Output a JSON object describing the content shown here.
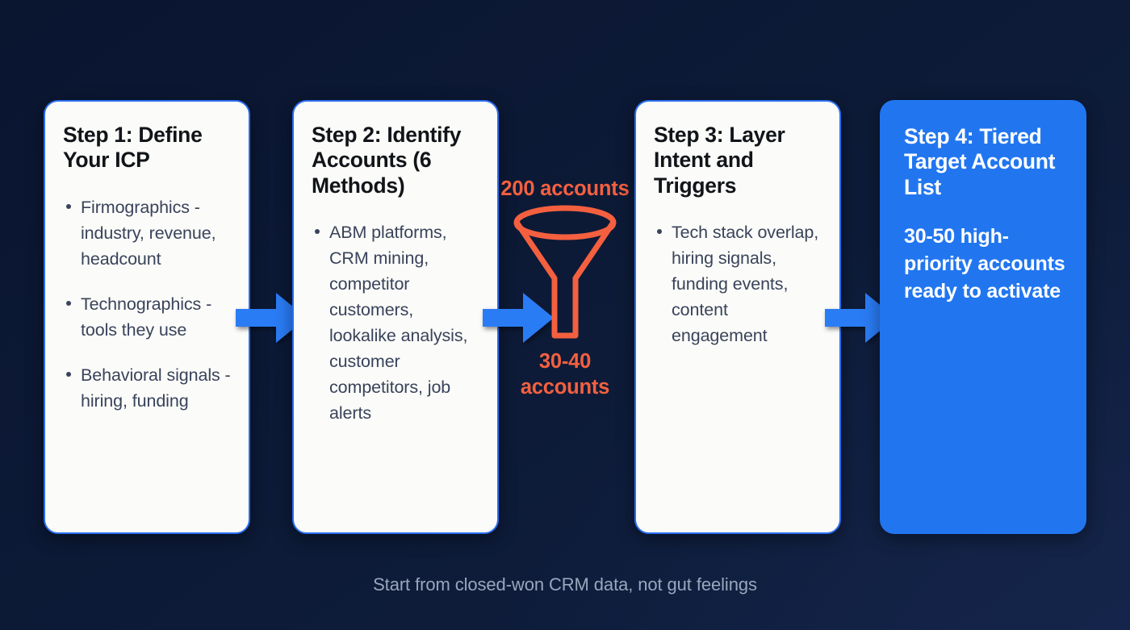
{
  "theme": {
    "background_dark": "#0d1b38",
    "card_border_blue": "#2a6ef0",
    "accent_blue": "#2176f0",
    "funnel_orange": "#f4603f",
    "body_text": "#39435a",
    "caption_text": "#9aa6bd"
  },
  "steps": [
    {
      "title": "Step 1: Define Your ICP",
      "bullets": [
        "Firmographics - industry, revenue, headcount",
        "Technographics - tools they use",
        "Behavioral signals - hiring, funding"
      ]
    },
    {
      "title": "Step 2: Identify Accounts (6 Methods)",
      "bullets": [
        "ABM platforms, CRM mining, competitor customers, lookalike analysis, customer competitors, job alerts"
      ]
    },
    {
      "title": "Step 3: Layer Intent and Triggers",
      "bullets": [
        "Tech stack overlap, hiring signals, funding events, content engagement"
      ]
    },
    {
      "title": "Step 4: Tiered Target Account List",
      "body": "30-50 high-priority accounts ready to activate"
    }
  ],
  "funnel": {
    "icon": "funnel-icon",
    "label_top": "200 accounts",
    "label_bottom": "30-40 accounts"
  },
  "arrows": {
    "icon": "arrow-right-icon",
    "count": 3
  },
  "footer": {
    "caption": "Start from closed-won CRM data, not gut feelings"
  }
}
